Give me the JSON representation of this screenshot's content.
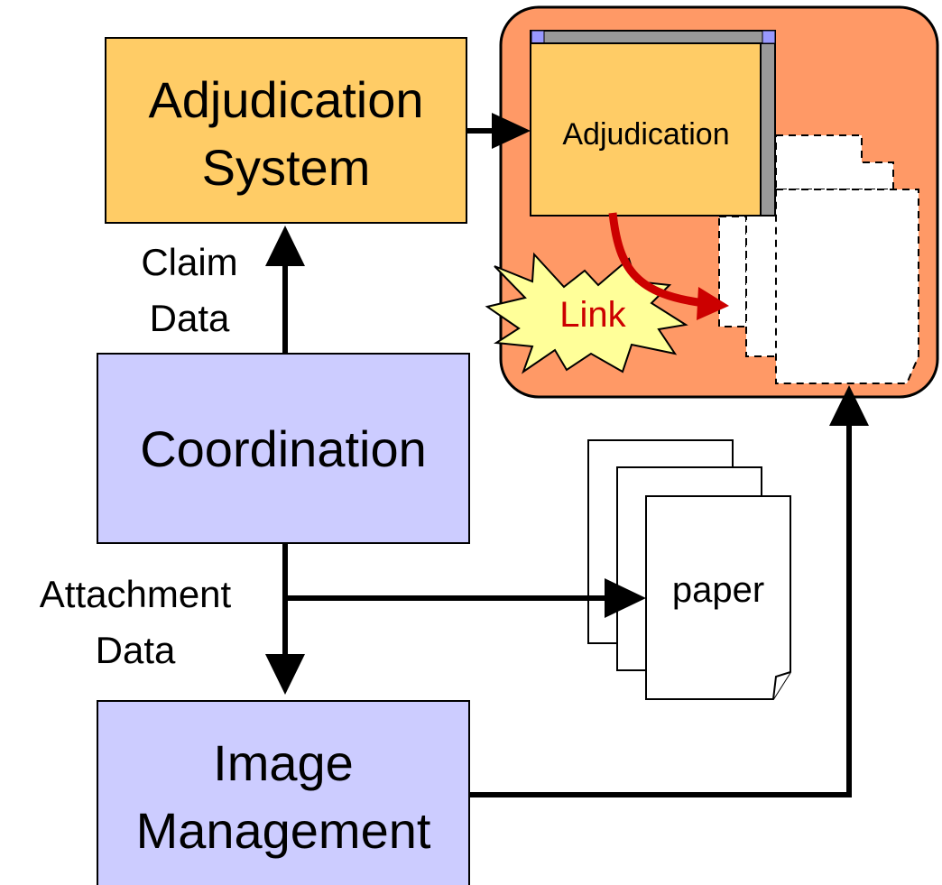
{
  "boxes": {
    "adjudication_system": {
      "line1": "Adjudication",
      "line2": "System"
    },
    "coordination": {
      "label": "Coordination"
    },
    "image_management": {
      "line1": "Image",
      "line2": "Management"
    }
  },
  "screen": {
    "window_label": "Adjudication",
    "link_label": "Link"
  },
  "edge_labels": {
    "claim_line1": "Claim",
    "claim_line2": "Data",
    "attachment_line1": "Attachment",
    "attachment_line2": "Data"
  },
  "paper": {
    "label": "paper"
  },
  "colors": {
    "system_box": "#FFCC66",
    "coordination_box": "#CCCCFF",
    "screen_panel": "#FF9966",
    "window_body": "#FFCC66",
    "window_bar": "#999999",
    "window_corner": "#9999FF",
    "burst": "#FFFF99",
    "link_text": "#CC0000",
    "link_arrow": "#CC0000"
  }
}
